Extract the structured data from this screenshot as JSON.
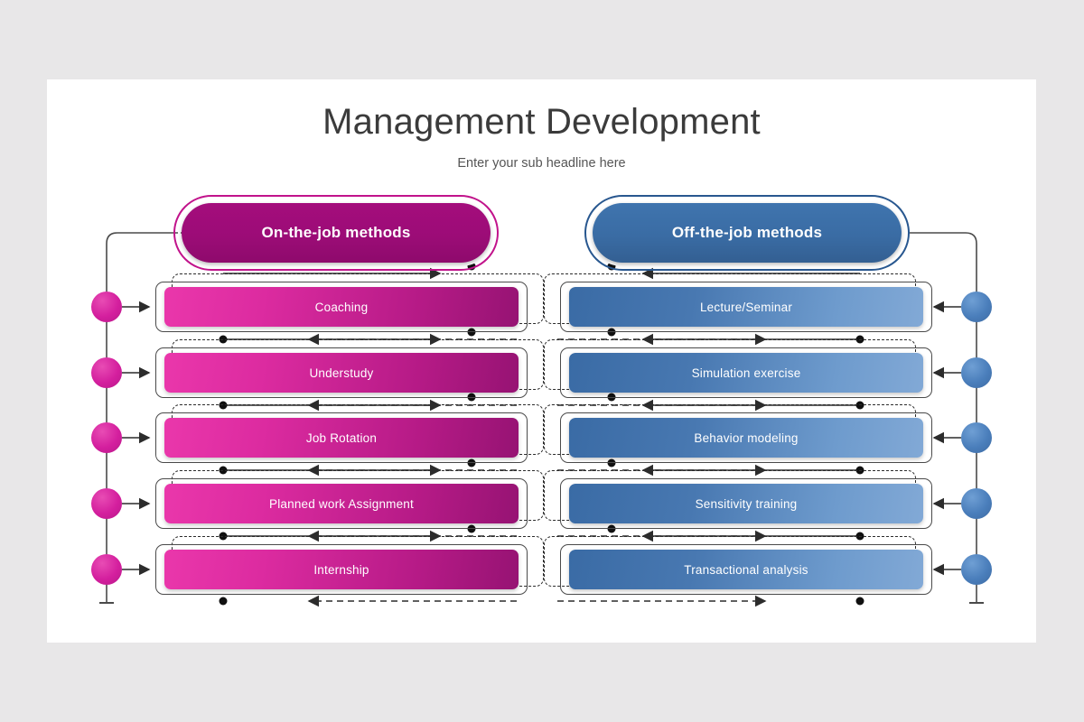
{
  "slide": {
    "title": "Management Development",
    "subtitle": "Enter your sub headline here",
    "background_color": "#e8e7e8",
    "surface_color": "#ffffff"
  },
  "columns": [
    {
      "side": "left",
      "header": "On-the-job methods",
      "accent_color": "#b51a86",
      "node_color": "#d41f9e",
      "items": [
        {
          "label": "Coaching"
        },
        {
          "label": "Understudy"
        },
        {
          "label": "Job Rotation"
        },
        {
          "label": "Planned work Assignment"
        },
        {
          "label": "Internship"
        }
      ]
    },
    {
      "side": "right",
      "header": "Off-the-job methods",
      "accent_color": "#3a6ba5",
      "node_color": "#4a7ebb",
      "items": [
        {
          "label": "Lecture/Seminar"
        },
        {
          "label": "Simulation  exercise"
        },
        {
          "label": "Behavior  modeling"
        },
        {
          "label": "Sensitivity  training"
        },
        {
          "label": "Transactional  analysis"
        }
      ]
    }
  ]
}
